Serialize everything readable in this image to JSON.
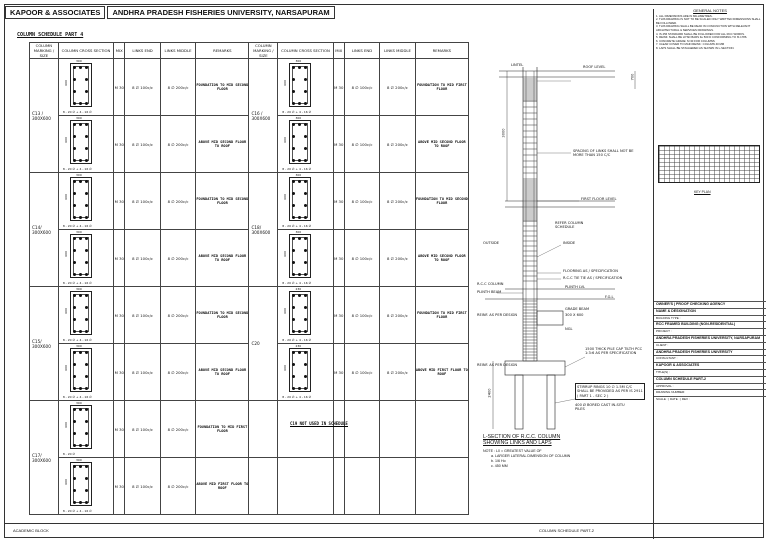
{
  "header": {
    "firm": "KAPOOR & ASSOCIATES",
    "project": "ANDHRA PRADESH FISHERIES UNIVERSITY, NARSAPURAM"
  },
  "schedule": {
    "title": "COLUMN SCHEDULE PART 4",
    "columns": [
      "COLUMN MARKING / SIZE",
      "COLUMN CROSS SECTION",
      "MIX",
      "LINKS",
      "REMARKS"
    ],
    "link_sub": [
      "END",
      "MIDDLE"
    ],
    "left": [
      {
        "mark": "C13 / 300X600",
        "rows": [
          {
            "dim_w": "300",
            "dim_h": "600",
            "mix": "M 30",
            "end": "8 ∅ 100c/c",
            "mid": "8 ∅ 200c/c",
            "remark": "FOUNDATION TO MID SECOND FLOOR",
            "tie": "8 - 20 ∅ + 4 - 16 ∅"
          },
          {
            "dim_w": "300",
            "dim_h": "600",
            "mix": "M 30",
            "end": "8 ∅ 100c/c",
            "mid": "8 ∅ 200c/c",
            "remark": "ABOVE MID SECOND FLOOR TO ROOF",
            "tie": "8 - 20 ∅ + 4 - 16 ∅"
          }
        ]
      },
      {
        "mark": "C14/ 300X600",
        "rows": [
          {
            "dim_w": "300",
            "dim_h": "600",
            "mix": "M 30",
            "end": "8 ∅ 100c/c",
            "mid": "8 ∅ 200c/c",
            "remark": "FOUNDATION TO MID SECOND FLOOR",
            "tie": "8 - 20 ∅ + 4 - 16 ∅"
          },
          {
            "dim_w": "300",
            "dim_h": "600",
            "mix": "M 30",
            "end": "8 ∅ 100c/c",
            "mid": "8 ∅ 200c/c",
            "remark": "ABOVE MID SECOND FLOOR TO ROOF",
            "tie": "8 - 20 ∅ + 4 - 16 ∅"
          }
        ]
      },
      {
        "mark": "C15/ 300X600",
        "rows": [
          {
            "dim_w": "300",
            "dim_h": "600",
            "mix": "M 30",
            "end": "8 ∅ 100c/c",
            "mid": "8 ∅ 200c/c",
            "remark": "FOUNDATION TO MID SECOND FLOOR",
            "tie": "8 - 20 ∅ + 4 - 16 ∅"
          },
          {
            "dim_w": "300",
            "dim_h": "600",
            "mix": "M 30",
            "end": "8 ∅ 100c/c",
            "mid": "8 ∅ 200c/c",
            "remark": "ABOVE MID SECOND FLOOR TO ROOF",
            "tie": "8 - 20 ∅ + 4 - 16 ∅"
          }
        ]
      },
      {
        "mark": "C17/ 300X600",
        "rows": [
          {
            "dim_w": "300",
            "dim_h": "600",
            "mix": "M 30",
            "end": "8 ∅ 100c/c",
            "mid": "8 ∅ 200c/c",
            "remark": "FOUNDATION TO MID FIRST FLOOR",
            "tie": "8 - 20 ∅"
          },
          {
            "dim_w": "300",
            "dim_h": "600",
            "mix": "M 30",
            "end": "8 ∅ 100c/c",
            "mid": "8 ∅ 200c/c",
            "remark": "ABOVE MID FIRST FLOOR TO ROOF",
            "tie": "8 - 20 ∅ + 4 - 16 ∅"
          }
        ]
      }
    ],
    "right": [
      {
        "mark": "C16 / 300X600",
        "rows": [
          {
            "dim_w": "300",
            "dim_h": "600",
            "mix": "M 30",
            "end": "8 ∅ 100c/c",
            "mid": "8 ∅ 200c/c",
            "remark": "FOUNDATION TO MID FIRST FLOOR",
            "tie": "8 - 20 ∅ + 4 - 16 ∅"
          },
          {
            "dim_w": "300",
            "dim_h": "600",
            "mix": "M 30",
            "end": "8 ∅ 100c/c",
            "mid": "8 ∅ 200c/c",
            "remark": "ABOVE MID SECOND FLOOR TO ROOF",
            "tie": "8 - 20 ∅ + 4 - 16 ∅"
          }
        ]
      },
      {
        "mark": "C18/ 300X600",
        "rows": [
          {
            "dim_w": "300",
            "dim_h": "600",
            "mix": "M 30",
            "end": "8 ∅ 100c/c",
            "mid": "8 ∅ 200c/c",
            "remark": "FOUNDATION TO MID SECOND FLOOR",
            "tie": "8 - 20 ∅ + 4 - 16 ∅"
          },
          {
            "dim_w": "300",
            "dim_h": "600",
            "mix": "M 30",
            "end": "8 ∅ 100c/c",
            "mid": "8 ∅ 200c/c",
            "remark": "ABOVE MID SECOND FLOOR TO ROOF",
            "tie": "8 - 20 ∅ + 4 - 16 ∅"
          }
        ]
      },
      {
        "mark": "C20",
        "rows": [
          {
            "dim_w": "230",
            "dim_h": "600",
            "mix": "M 30",
            "end": "8 ∅ 100c/c",
            "mid": "8 ∅ 200c/c",
            "remark": "FOUNDATION TO MID FIRST FLOOR",
            "tie": "8 - 20 ∅ + 4 - 16 ∅"
          },
          {
            "dim_w": "230",
            "dim_h": "600",
            "mix": "M 30",
            "end": "8 ∅ 100c/c",
            "mid": "8 ∅ 200c/c",
            "remark": "ABOVE MID FIRST FLOOR TO ROOF",
            "tie": "8 - 20 ∅ + 4 - 16 ∅"
          }
        ]
      }
    ],
    "not_used": "C19 NOT USED IN SCHEDULE"
  },
  "lsection": {
    "labels": {
      "lintel": "LINTEL",
      "roof": "ROOF LEVEL",
      "spacing": "SPACING OF LINKS SHALL NOT BE MORE THAN 150 C/C",
      "first": "FIRST FLOOR LEVEL",
      "refer": "REFER COLUMN SCHEDULE",
      "outside": "OUTSIDE",
      "inside": "INSIDE",
      "flooring": "FLOORING AS / SPECIFICATION",
      "rcc": "R.C.C TIE TIE AS / SPECIFICATION",
      "plinth": "PLINTH LVL",
      "rcccol": "R.C.C COLUMN",
      "pbeam": "PLINTH BEAM",
      "fgl": "F.G.L",
      "reinf": "REINF. AS PER DESIGN",
      "gbeam": "GRADE BEAM",
      "gbeam_size": "300 X 600",
      "ngl": "NGL",
      "pilecap": "1500 THICK PILE CAP TILTH PCC 1:3:6 AS PER SPECIFICATION",
      "reinf2": "REINF. AS PER DESIGN",
      "stirrups": "STIRRUP RINGS 10 ∅ 1.5M C/C SHALL BE PROVIDED AS PER IS 2911 ( PART 1 - SEC 2 )",
      "bored": "400 Ø BORED CAST IN-SITU PILES",
      "dim1": "700",
      "dim2": "3000",
      "dim3": "2400"
    },
    "title1": "L-SECTION OF R.C.C. COLUMN",
    "title2": "SHOWING LINKS AND LAPS",
    "notes": [
      "NOTE : L0 = GREATEST VALUE OF",
      "a. LARGER LATERAL DIMENSION OF COLUMN",
      "b. 1/6 Ho",
      "c. 450 MM"
    ]
  },
  "titleblock": {
    "gen_notes_title": "GENERAL NOTES",
    "gen_notes": [
      "1. ALL DIMENSIONS ARE IN MILLIMETRES.",
      "2. THIS DRAWING IS NOT TO BE SCALED ONLY WRITTEN DIMENSIONS SHALL BE FOLLOWED.",
      "3. THIS DRAWING SHALL BE READ IN CONJUNCTION WITH RELEVANT ARCHITECTURAL & SERVICES DRAWINGS.",
      "4. IS 456 STANDARD SHALL BE FOLLOWED FOR ALL RCC WORKS.",
      "5. REINF. SHALL BE HYSD BARS Fe 500 D CONFORMING TO IS 1786.",
      "6. CONCRETE GRADE: M 30 FOR COLUMNS",
      "7. CLEAR COVER TO MAIN REINF.: COLUMN 40 MM",
      "8. LAPS SHALL BE STAGGERED AS SHOWN IN L-SECTION."
    ],
    "key_plan": "KEY PLAN",
    "rows": [
      "OWNER'S  |  PROOF CHECKING AGENCY",
      "NAME & DESIGNATION",
      "BUILDING TYPE :",
      "RCC FRAMED BUILDING (NON-RESIDENTIAL)",
      "PROJECT :",
      "ANDHRA PRADESH FISHERIES UNIVERSITY, NARSAPURAM",
      "CLIENT :",
      "ANDHRA PRADESH FISHERIES UNIVERSITY",
      "CONSULTANT :",
      "KAPOOR & ASSOCIATES",
      "TITLE(S) :",
      "COLUMN SCHEDULE PART-2",
      "APPROVAL :",
      "DRAWING NUMBER:",
      "SCALE :  |  DATE :  |  REV :"
    ]
  },
  "footer": {
    "left": "ACADEMIC BLOCK",
    "right": "COLUMN SCHEDULE PART-2"
  }
}
